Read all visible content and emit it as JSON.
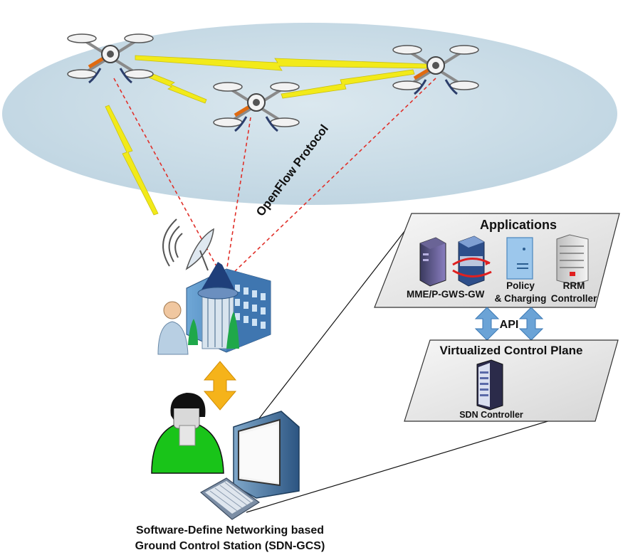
{
  "labels": {
    "protocol": "OpenFlow Protocol",
    "applications": "Applications",
    "api": "API",
    "control_plane": "Virtualized Control Plane",
    "sdn_controller": "SDN Controller",
    "caption_line1": "Software-Define Networking based",
    "caption_line2": "Ground Control Station (SDN-GCS)"
  },
  "apps": [
    {
      "name": "mme-pgw",
      "line1": "MME/P-GW",
      "line2": ""
    },
    {
      "name": "sgw",
      "line1": "S-GW",
      "line2": ""
    },
    {
      "name": "policy-charging",
      "line1": "Policy",
      "line2": "& Charging"
    },
    {
      "name": "rrm-controller",
      "line1": "RRM",
      "line2": "Controller"
    }
  ],
  "colors": {
    "sky": "#c9dde8",
    "panel": "#e8e8e8",
    "zigzag": "#f2ea1a",
    "dashed": "#e0302a",
    "arrow_orange": "#f5b31a",
    "arrow_blue": "#6ba3d6",
    "person_green": "#19c419"
  }
}
